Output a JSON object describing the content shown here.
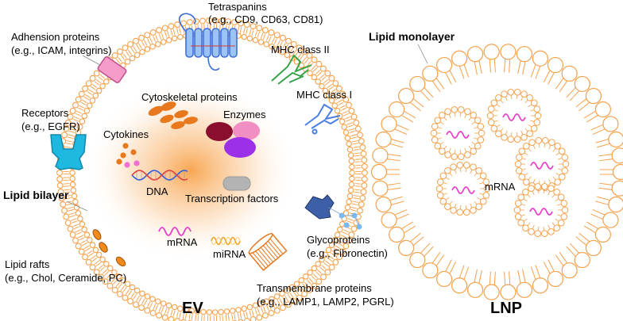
{
  "ev": {
    "title": "EV",
    "tetraspanins": [
      "Tetraspanins",
      "(e.g., CD9, CD63, CD81)"
    ],
    "adhesion": [
      "Adhension proteins",
      "(e.g., ICAM, integrins)"
    ],
    "mhc2": "MHC class II",
    "mhc1": "MHC class I",
    "receptors": [
      "Receptors",
      "(e.g., EGFR)"
    ],
    "lipid_bilayer": "Lipid bilayer",
    "lipid_rafts": [
      "Lipid rafts",
      "(e.g., Chol, Ceramide, PC)"
    ],
    "cytoskeletal": "Cytoskeletal proteins",
    "enzymes": "Enzymes",
    "cytokines": "Cytokines",
    "dna": "DNA",
    "transcription": "Transcription factors",
    "mrna": "mRNA",
    "mirna": "miRNA",
    "glycoproteins": [
      "Glycoproteins",
      "(e.g., Fibronectin)"
    ],
    "transmembrane": [
      "Transmembrane proteins",
      "(e.g., LAMP1, LAMP2, PGRL)"
    ]
  },
  "lnp": {
    "title": "LNP",
    "lipid_monolayer": "Lipid monolayer",
    "mrna": "mRNA"
  },
  "colors": {
    "lipid": "#f5a04a",
    "receptor": "#1fb8e0",
    "adhesion": "#f08fc0",
    "tetraspanin": "#4a7fe0",
    "mhc2": "#3aa64a",
    "mhc1": "#4a7fe0",
    "cytoskeletal": "#e8781e",
    "enzyme_dark": "#8a0f2e",
    "enzyme_pink": "#f28fc2",
    "enzyme_purple": "#9b30e8",
    "cytokine": "#e8781e",
    "cytokine_pink": "#f06fd0",
    "transcription": "#b3b3b3",
    "mrna": "#e83ec8",
    "mirna": "#f0a020",
    "glyco_dark": "#3c5fa8",
    "glyco_light": "#7ab8f0",
    "dna_blue": "#3060e0",
    "dna_red": "#e04040"
  }
}
